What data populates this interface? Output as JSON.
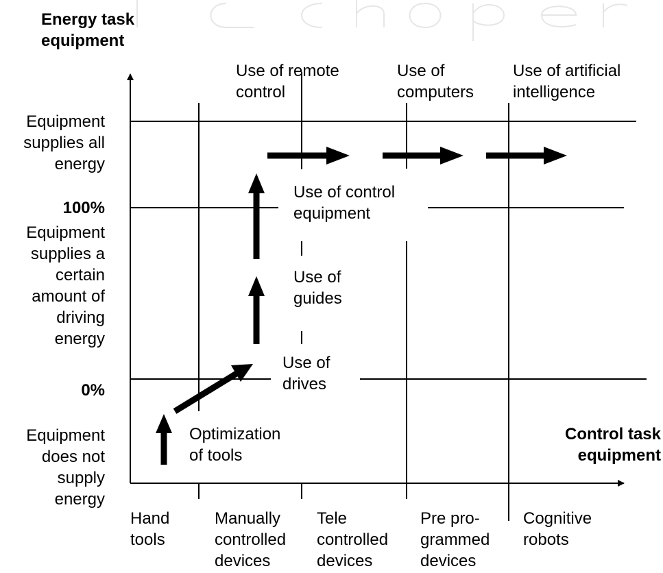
{
  "y_axis": {
    "title": [
      "Energy task",
      "equipment"
    ]
  },
  "x_axis": {
    "title": [
      "Control task",
      "equipment"
    ]
  },
  "energy_levels": [
    {
      "id": "all",
      "label": [
        "Equipment",
        "supplies all",
        "energy"
      ]
    },
    {
      "id": "100",
      "marker": "100%",
      "label": [
        "Equipment",
        "supplies a",
        "certain",
        "amount of",
        "driving",
        "energy"
      ]
    },
    {
      "id": "0",
      "marker": "0%",
      "label": [
        "Equipment",
        "does not",
        "supply",
        "energy"
      ]
    }
  ],
  "device_categories": [
    {
      "id": "hand",
      "label": [
        "Hand",
        "tools"
      ]
    },
    {
      "id": "manual",
      "label": [
        "Manually",
        "controlled",
        "devices"
      ]
    },
    {
      "id": "tele",
      "label": [
        "Tele",
        "controlled",
        "devices"
      ]
    },
    {
      "id": "preprog",
      "label": [
        "Pre pro-",
        "grammed",
        "devices"
      ]
    },
    {
      "id": "cognitive",
      "label": [
        "Cognitive",
        "robots"
      ]
    }
  ],
  "control_stages": [
    {
      "id": "remote",
      "label": [
        "Use of  remote",
        "control"
      ]
    },
    {
      "id": "computers",
      "label": [
        "Use of",
        "computers"
      ]
    },
    {
      "id": "ai",
      "label": [
        "Use of artificial",
        "intelligence"
      ]
    }
  ],
  "development_steps": [
    {
      "id": "tools",
      "label": [
        "Optimization",
        "of tools"
      ]
    },
    {
      "id": "drives",
      "label": [
        "Use of",
        "drives"
      ]
    },
    {
      "id": "guides",
      "label": [
        "Use of",
        "guides"
      ]
    },
    {
      "id": "control-eq",
      "label": [
        "Use of control",
        "equipment"
      ]
    }
  ]
}
